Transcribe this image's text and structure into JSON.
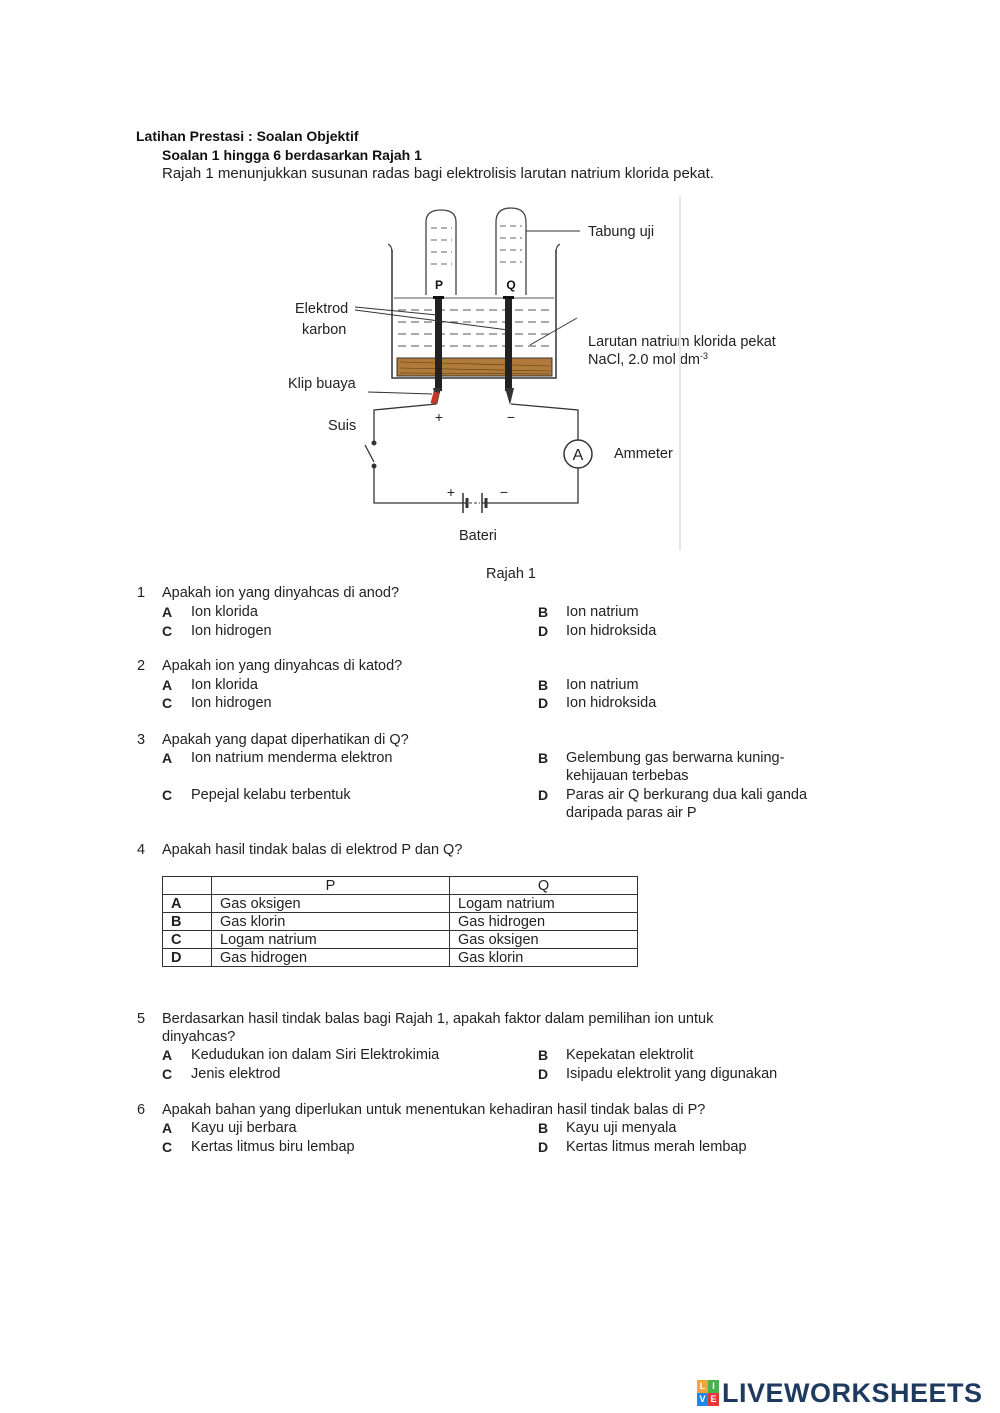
{
  "header": {
    "title": "Latihan Prestasi : Soalan Objektif",
    "subtitle": "Soalan 1 hingga 6 berdasarkan Rajah 1",
    "intro": "Rajah 1 menunjukkan susunan radas bagi elektrolisis larutan natrium klorida pekat."
  },
  "diagram": {
    "labels": {
      "test_tube": "Tabung uji",
      "electrode_1": "Elektrod",
      "electrode_2": "karbon",
      "solution_1": "Larutan natrium klorida pekat",
      "solution_2": "NaCl, 2.0 mol dm",
      "solution_sup": "-3",
      "clip": "Klip buaya",
      "switch": "Suis",
      "ammeter": "Ammeter",
      "ammeter_symbol": "A",
      "battery": "Bateri",
      "P": "P",
      "Q": "Q",
      "plus": "+",
      "minus": "−",
      "bat_plus": "+",
      "bat_minus": "−"
    },
    "caption": "Rajah 1"
  },
  "questions": [
    {
      "num": "1",
      "text": "Apakah ion yang dinyahcas di anod?",
      "options": {
        "A": "Ion klorida",
        "B": "Ion natrium",
        "C": "Ion hidrogen",
        "D": "Ion hidroksida"
      }
    },
    {
      "num": "2",
      "text": "Apakah ion yang dinyahcas di katod?",
      "options": {
        "A": "Ion klorida",
        "B": "Ion natrium",
        "C": "Ion hidrogen",
        "D": "Ion hidroksida"
      }
    },
    {
      "num": "3",
      "text": "Apakah yang dapat diperhatikan di Q?",
      "options": {
        "A": "Ion natrium menderma elektron",
        "B1": "Gelembung gas berwarna kuning-",
        "B2": "kehijauan terbebas",
        "C": "Pepejal kelabu terbentuk",
        "D1": "Paras air Q berkurang dua kali ganda",
        "D2": "daripada paras air P"
      }
    },
    {
      "num": "4",
      "text": "Apakah hasil tindak balas di elektrod P dan Q?",
      "table": {
        "headers": [
          "",
          "P",
          "Q"
        ],
        "rows": [
          [
            "A",
            "Gas oksigen",
            "Logam natrium"
          ],
          [
            "B",
            "Gas klorin",
            "Gas hidrogen"
          ],
          [
            "C",
            "Logam natrium",
            "Gas oksigen"
          ],
          [
            "D",
            "Gas hidrogen",
            "Gas klorin"
          ]
        ]
      }
    },
    {
      "num": "5",
      "text1": "Berdasarkan hasil tindak balas bagi Rajah 1, apakah faktor dalam pemilihan ion untuk",
      "text2": "dinyahcas?",
      "options": {
        "A": "Kedudukan ion dalam Siri Elektrokimia",
        "B": "Kepekatan elektrolit",
        "C": "Jenis elektrod",
        "D": "Isipadu elektrolit yang digunakan"
      }
    },
    {
      "num": "6",
      "text": "Apakah bahan yang diperlukan untuk menentukan kehadiran hasil tindak balas di P?",
      "options": {
        "A": "Kayu uji berbara",
        "B": "Kayu uji menyala",
        "C": "Kertas litmus biru lembap",
        "D": "Kertas litmus merah lembap"
      }
    }
  ],
  "letters": {
    "A": "A",
    "B": "B",
    "C": "C",
    "D": "D"
  },
  "brand": {
    "text": "LIVEWORKSHEETS",
    "logo": [
      "L",
      "I",
      "V",
      "E"
    ]
  }
}
